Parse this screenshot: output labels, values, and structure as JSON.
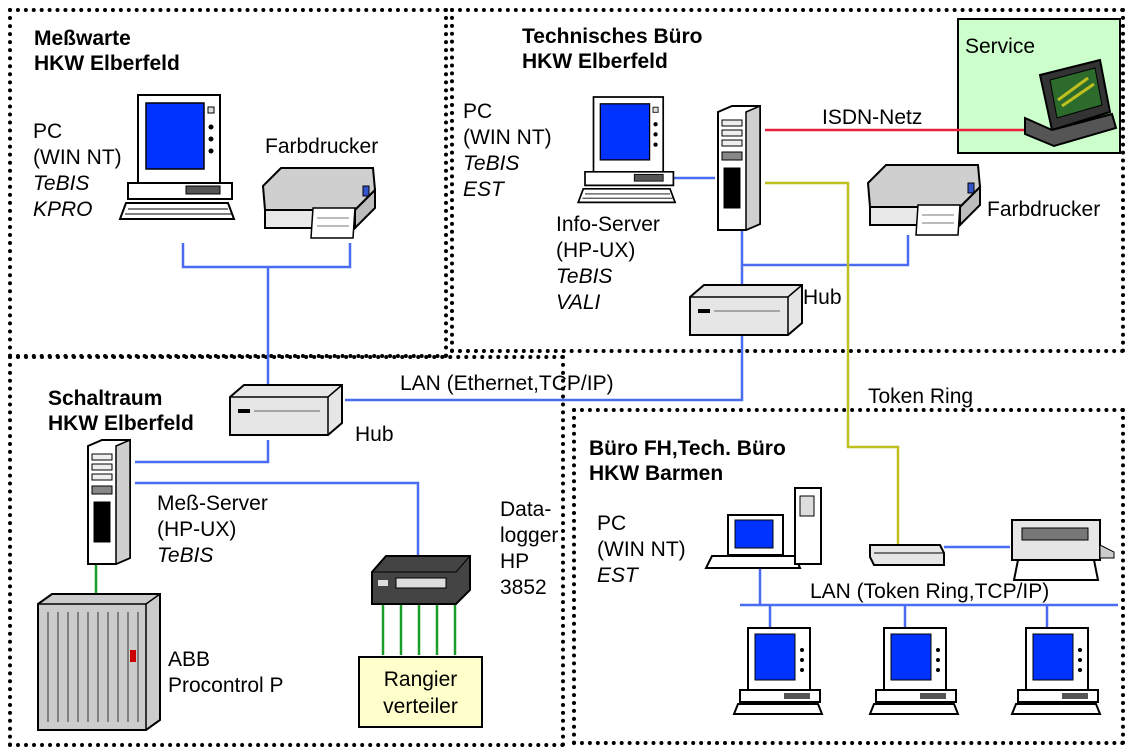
{
  "zones": {
    "messwarte": {
      "line1": "Meßwarte",
      "line2": "HKW Elberfeld"
    },
    "techbuero": {
      "line1": "Technisches Büro",
      "line2": "HKW Elberfeld"
    },
    "schaltraum": {
      "line1": "Schaltraum",
      "line2": "HKW Elberfeld"
    },
    "barmen": {
      "line1": "Büro FH,Tech. Büro",
      "line2": "HKW Barmen"
    }
  },
  "service": {
    "label": "Service"
  },
  "labels": {
    "pc1": [
      "PC",
      "(WIN NT)",
      "TeBIS",
      "KPRO"
    ],
    "farbdrucker1": "Farbdrucker",
    "pc2": [
      "PC",
      "(WIN NT)",
      "TeBIS",
      "EST"
    ],
    "isdn": "ISDN-Netz",
    "farbdrucker2": "Farbdrucker",
    "infoserver": [
      "Info-Server",
      "(HP-UX)",
      "TeBIS",
      "VALI"
    ],
    "hub_top": "Hub",
    "lan_ethernet": "LAN (Ethernet,TCP/IP)",
    "token_ring": "Token Ring",
    "hub_left": "Hub",
    "messserver": [
      "Meß-Server",
      "(HP-UX)",
      "TeBIS"
    ],
    "datalogger": [
      "Data-",
      "logger",
      "HP",
      "3852"
    ],
    "pc3": [
      "PC",
      "(WIN NT)",
      "EST"
    ],
    "lan_token": "LAN (Token Ring,TCP/IP)",
    "abb": [
      "ABB",
      "Procontrol P"
    ],
    "rangier": [
      "Rangier",
      "verteiler"
    ]
  },
  "colors": {
    "lan": "#4a6cf0",
    "token_ring": "#bfbf1f",
    "isdn": "#e8203c",
    "field_bus": "#1a9e2a",
    "screen": "#0033ff",
    "service_bg": "#ccffcc",
    "rangier_bg": "#ffffcc"
  }
}
